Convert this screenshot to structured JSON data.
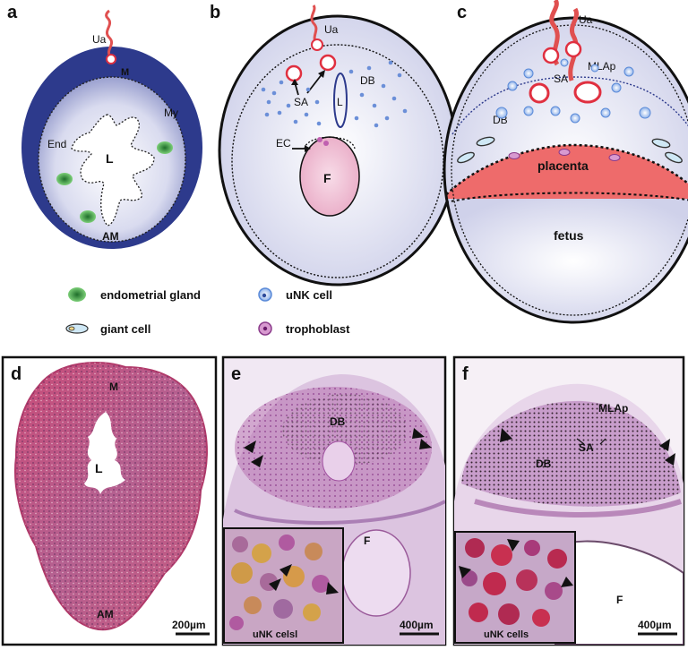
{
  "panels": {
    "a": {
      "letter": "a",
      "labels": {
        "ua": "Ua",
        "m": "M",
        "my": "My",
        "end": "End",
        "l": "L",
        "am": "AM"
      }
    },
    "b": {
      "letter": "b",
      "labels": {
        "ua": "Ua",
        "sa": "SA",
        "db": "DB",
        "l": "L",
        "ec": "EC",
        "f": "F"
      }
    },
    "c": {
      "letter": "c",
      "labels": {
        "ua": "Ua",
        "mlap": "MLAp",
        "sa": "SA",
        "db": "DB",
        "placenta": "placenta",
        "fetus": "fetus"
      }
    },
    "d": {
      "letter": "d",
      "labels": {
        "m": "M",
        "l": "L",
        "am": "AM"
      },
      "scale": "200µm"
    },
    "e": {
      "letter": "e",
      "labels": {
        "db": "DB",
        "f": "F"
      },
      "inset_label": "uNK celsl",
      "scale": "400µm"
    },
    "f": {
      "letter": "f",
      "labels": {
        "mlap": "MLAp",
        "sa": "SA",
        "db": "DB",
        "f": "F"
      },
      "inset_label": "uNK cells",
      "scale": "400µm"
    }
  },
  "legend": {
    "items": [
      {
        "icon": "endometrial-gland-icon",
        "label": "endometrial gland"
      },
      {
        "icon": "unk-cell-icon",
        "label": "uNK cell"
      },
      {
        "icon": "giant-cell-icon",
        "label": "giant cell"
      },
      {
        "icon": "trophoblast-icon",
        "label": "trophoblast"
      }
    ]
  },
  "colors": {
    "myometrium": "#2d3a8c",
    "placenta": "#ee6b6b",
    "artery": "#e03040",
    "gland": "#3aa050",
    "unk": "#5a8ad8",
    "trophoblast": "#c060b0",
    "he_stain": "#c45a7a",
    "pas_stain": "#b05ab0"
  }
}
